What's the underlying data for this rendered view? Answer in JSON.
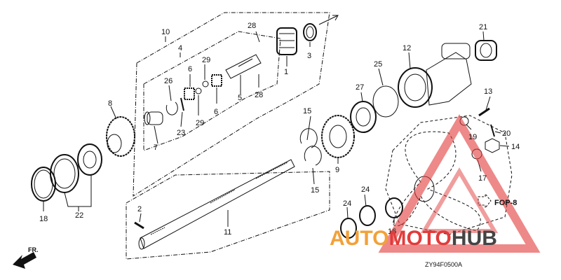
{
  "diagram": {
    "reference_code": "ZY94F0500A",
    "fop_label": "FOP-8",
    "direction_label": "FR.",
    "parts": [
      {
        "num": "1"
      },
      {
        "num": "2"
      },
      {
        "num": "3"
      },
      {
        "num": "4"
      },
      {
        "num": "5"
      },
      {
        "num": "6"
      },
      {
        "num": "6"
      },
      {
        "num": "7"
      },
      {
        "num": "8"
      },
      {
        "num": "9"
      },
      {
        "num": "10"
      },
      {
        "num": "11"
      },
      {
        "num": "12"
      },
      {
        "num": "13"
      },
      {
        "num": "14"
      },
      {
        "num": "15"
      },
      {
        "num": "15"
      },
      {
        "num": "16"
      },
      {
        "num": "17"
      },
      {
        "num": "18"
      },
      {
        "num": "19"
      },
      {
        "num": "20"
      },
      {
        "num": "21"
      },
      {
        "num": "22"
      },
      {
        "num": "23"
      },
      {
        "num": "24"
      },
      {
        "num": "24"
      },
      {
        "num": "25"
      },
      {
        "num": "26"
      },
      {
        "num": "27"
      },
      {
        "num": "28"
      },
      {
        "num": "28"
      },
      {
        "num": "29"
      },
      {
        "num": "29"
      }
    ]
  },
  "watermark": {
    "part1": "AUTO",
    "part2": "MOTO",
    "part3": "HUB",
    "color_orange": "#f2a13a",
    "color_red": "#e23b3b",
    "color_dark": "#444444"
  }
}
